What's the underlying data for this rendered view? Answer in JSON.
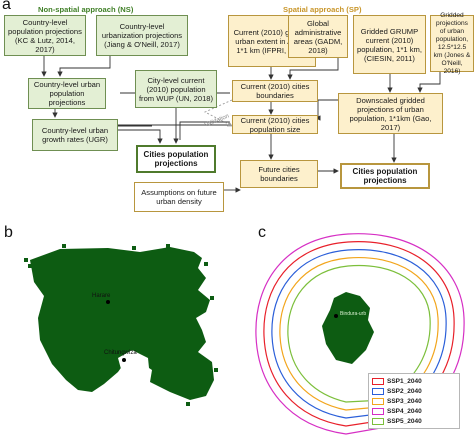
{
  "panel_a": {
    "letter": "a",
    "ns_header": "Non-spatial approach (NS)",
    "sp_header": "Spatial approach (SP)",
    "boxes": {
      "ns_country_proj": "Country-level population projections (KC & Lutz, 2014, 2017)",
      "ns_country_urban_proj": "Country-level urbanization projections (Jiang & O'Neill, 2017)",
      "ns_country_urban_pop": "Country-level urban population projections",
      "ns_city_current": "City-level current (2010) population from WUP (UN, 2018)",
      "ns_ugr": "Country-level urban growth rates (UGR)",
      "ns_cities_proj": "Cities population projections",
      "sp_urban_extent": "Current (2010) gridded urban extent in Africa, 1*1 km (IFPRI, 2015)",
      "sp_gadm": "Global administrative areas (GADM, 2018)",
      "sp_grump": "Gridded GRUMP current (2010) population, 1*1 km, (CIESIN, 2011)",
      "sp_gridded_proj": "Gridded projections of urban population, 12.5*12.5 km (Jones & O'Neill, 2016)",
      "sp_current_bounds": "Current (2010) cities boundaries",
      "sp_downscaled": "Downscaled gridded projections of urban population, 1*1km (Gao, 2017)",
      "sp_current_size": "Current (2010) cities population size",
      "sp_future_bounds": "Future cities boundaries",
      "sp_cities_proj": "Cities population projections",
      "assumptions": "Assumptions on future urban density"
    },
    "validation_label": "Validation"
  },
  "panel_b": {
    "letter": "b",
    "labels": [
      "Harare",
      "Chitungwiza"
    ]
  },
  "panel_c": {
    "letter": "c",
    "city_label": "Bindura-urb",
    "legend": [
      {
        "label": "SSP1_2040",
        "color": "#e8202a"
      },
      {
        "label": "SSP2_2040",
        "color": "#2b5fd9"
      },
      {
        "label": "SSP3_2040",
        "color": "#f2a51c"
      },
      {
        "label": "SSP4_2040",
        "color": "#d62fc4"
      },
      {
        "label": "SSP5_2040",
        "color": "#7cbf3b"
      }
    ]
  },
  "colors": {
    "ns_fill": "#e3efd4",
    "sp_fill": "#fdf0cc",
    "map_green": "#0d5c12",
    "ns_header": "#3f7f26",
    "sp_header": "#c9962a"
  }
}
